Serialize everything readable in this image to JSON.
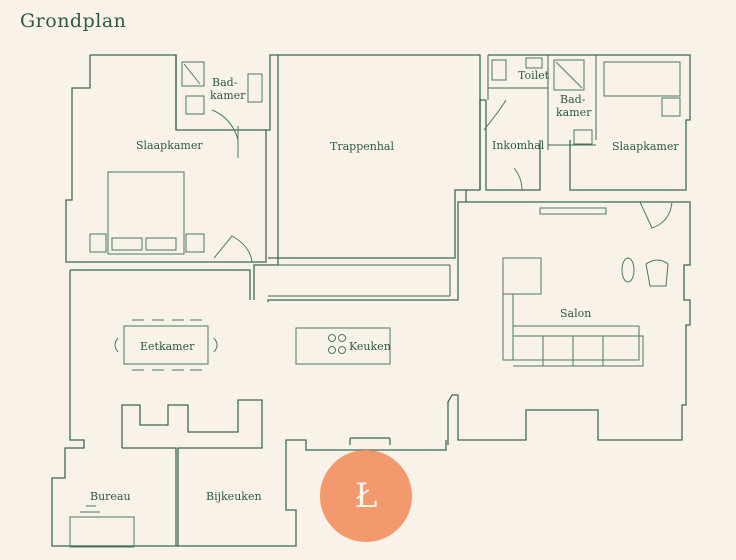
{
  "title": "Grondplan",
  "rooms": {
    "badkamer_left_1": "Bad-",
    "badkamer_left_2": "kamer",
    "slaapkamer_left": "Slaapkamer",
    "trappenhal": "Trappenhal",
    "toilet": "Toilet",
    "badkamer_right_1": "Bad-",
    "badkamer_right_2": "kamer",
    "inkomhal": "Inkomhal",
    "slaapkamer_right": "Slaapkamer",
    "salon": "Salon",
    "eetkamer": "Eetkamer",
    "keuken": "Keuken",
    "bureau": "Bureau",
    "bijkeuken": "Bijkeuken"
  },
  "logo": {
    "letter": "Ł"
  },
  "colors": {
    "background": "#f8f2e9",
    "line": "#3c6a55",
    "text": "#2c5a48",
    "badge": "#f29a6e"
  }
}
